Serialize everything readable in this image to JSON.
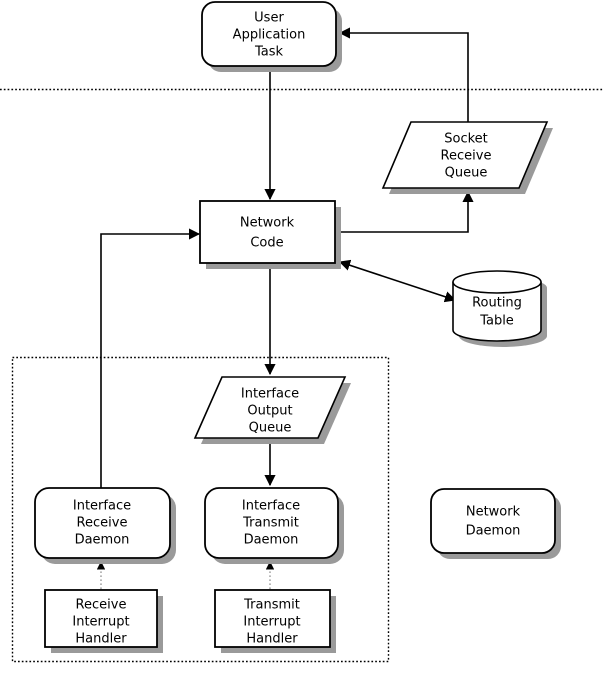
{
  "diagram": {
    "title": "Network stack task/daemon data flow diagram",
    "colors": {
      "background": "#ffffff",
      "stroke": "#000000",
      "shadow": "#9a9a9a",
      "dotted_edge": "#9a9a9a"
    },
    "nodes": {
      "user_application_task": {
        "lines": [
          "User",
          "Application",
          "Task"
        ],
        "shape": "rounded-rectangle"
      },
      "socket_receive_queue": {
        "lines": [
          "Socket",
          "Receive",
          "Queue"
        ],
        "shape": "parallelogram"
      },
      "network_code": {
        "lines": [
          "Network",
          "Code"
        ],
        "shape": "rectangle"
      },
      "routing_table": {
        "lines": [
          "Routing",
          "Table"
        ],
        "shape": "cylinder"
      },
      "interface_output_queue": {
        "lines": [
          "Interface",
          "Output",
          "Queue"
        ],
        "shape": "parallelogram"
      },
      "interface_receive_daemon": {
        "lines": [
          "Interface",
          "Receive",
          "Daemon"
        ],
        "shape": "rounded-rectangle"
      },
      "interface_transmit_daemon": {
        "lines": [
          "Interface",
          "Transmit",
          "Daemon"
        ],
        "shape": "rounded-rectangle"
      },
      "network_daemon": {
        "lines": [
          "Network",
          "Daemon"
        ],
        "shape": "rounded-rectangle"
      },
      "receive_interrupt_handler": {
        "lines": [
          "Receive",
          "Interrupt",
          "Handler"
        ],
        "shape": "rectangle"
      },
      "transmit_interrupt_handler": {
        "lines": [
          "Transmit",
          "Interrupt",
          "Handler"
        ],
        "shape": "rectangle"
      }
    },
    "separators": {
      "user_kernel_divider": "horizontal dotted line",
      "network_daemon_boundary": "dotted enclosing box"
    },
    "edges": [
      {
        "from": "user_application_task",
        "to": "network_code",
        "style": "solid",
        "arrow": "single"
      },
      {
        "from": "socket_receive_queue",
        "to": "user_application_task",
        "style": "solid",
        "arrow": "single"
      },
      {
        "from": "network_code",
        "to": "socket_receive_queue",
        "style": "solid",
        "arrow": "single"
      },
      {
        "from": "network_code",
        "to": "routing_table",
        "style": "solid",
        "arrow": "double"
      },
      {
        "from": "network_code",
        "to": "interface_output_queue",
        "style": "solid",
        "arrow": "single"
      },
      {
        "from": "interface_output_queue",
        "to": "interface_transmit_daemon",
        "style": "solid",
        "arrow": "single"
      },
      {
        "from": "interface_receive_daemon",
        "to": "network_code",
        "style": "solid",
        "arrow": "single"
      },
      {
        "from": "receive_interrupt_handler",
        "to": "interface_receive_daemon",
        "style": "dotted",
        "arrow": "single"
      },
      {
        "from": "transmit_interrupt_handler",
        "to": "interface_transmit_daemon",
        "style": "dotted",
        "arrow": "single"
      }
    ]
  }
}
